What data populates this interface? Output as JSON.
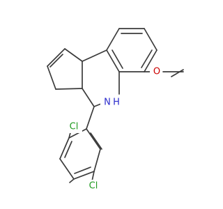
{
  "molecule": {
    "atom_labels": {
      "oxygen": "O",
      "nitrogen": "N",
      "hydrogen": "H",
      "chlorine_ortho": "Cl",
      "chlorine_para": "Cl"
    },
    "colors": {
      "bond": "#3b3b3b",
      "oxygen": "#cc0000",
      "nitrogen": "#2b2bcc",
      "chlorine": "#1f9a1f"
    }
  }
}
